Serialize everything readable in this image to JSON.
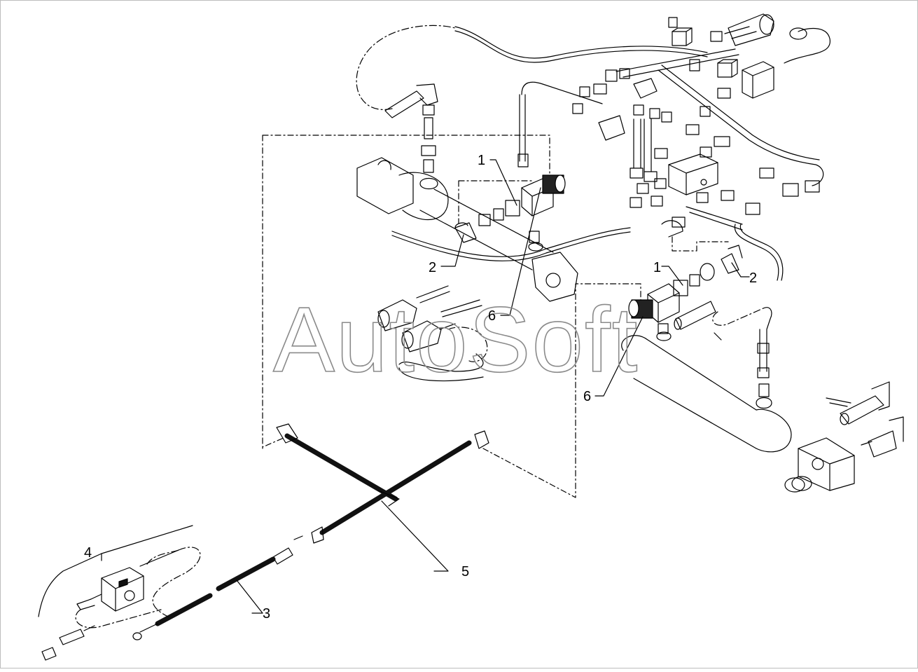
{
  "watermark": "AutoSoft",
  "callouts": {
    "c1a": "1",
    "c1b": "1",
    "c2a": "2",
    "c2b": "2",
    "c3": "3",
    "c4": "4",
    "c5": "5",
    "c6a": "6",
    "c6b": "6"
  },
  "colors": {
    "line": "#000000",
    "watermark": "#8a8a8a",
    "background": "#ffffff"
  }
}
